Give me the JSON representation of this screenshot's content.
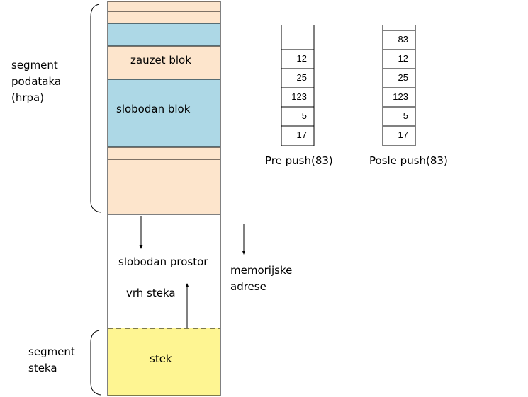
{
  "colors": {
    "used": "#fde5cc",
    "free": "#add8e6",
    "stack": "#fef592",
    "border": "#000000",
    "background": "#ffffff"
  },
  "memory": {
    "heap_label": [
      "segment",
      "podataka",
      "(hrpa)"
    ],
    "used_block_label": "zauzet blok",
    "free_block_label": "slobodan blok",
    "free_space_label": "slobodan prostor",
    "stack_top_label": "vrh steka",
    "address_label": [
      "memorijske",
      "adrese"
    ],
    "stack_segment_label": [
      "segment",
      "steka"
    ],
    "stack_label": "stek"
  },
  "stack_before": {
    "caption": "Pre push(83)",
    "values": [
      "12",
      "25",
      "123",
      "5",
      "17"
    ]
  },
  "stack_after": {
    "caption": "Posle push(83)",
    "values": [
      "83",
      "12",
      "25",
      "123",
      "5",
      "17"
    ]
  }
}
